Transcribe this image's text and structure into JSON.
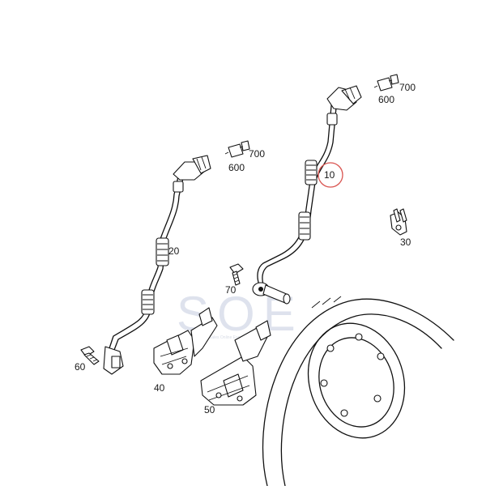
{
  "diagram": {
    "callouts": {
      "p10": "10",
      "p20": "20",
      "p30": "30",
      "p40": "40",
      "p50": "50",
      "p60": "60",
      "p70": "70",
      "p600_left": "600",
      "p700_left": "700",
      "p600_right": "600",
      "p700_right": "700"
    },
    "highlight_color": "#d9534f",
    "watermark": {
      "logo_text": "SOE",
      "sub_text": "Sales Online Export"
    }
  }
}
